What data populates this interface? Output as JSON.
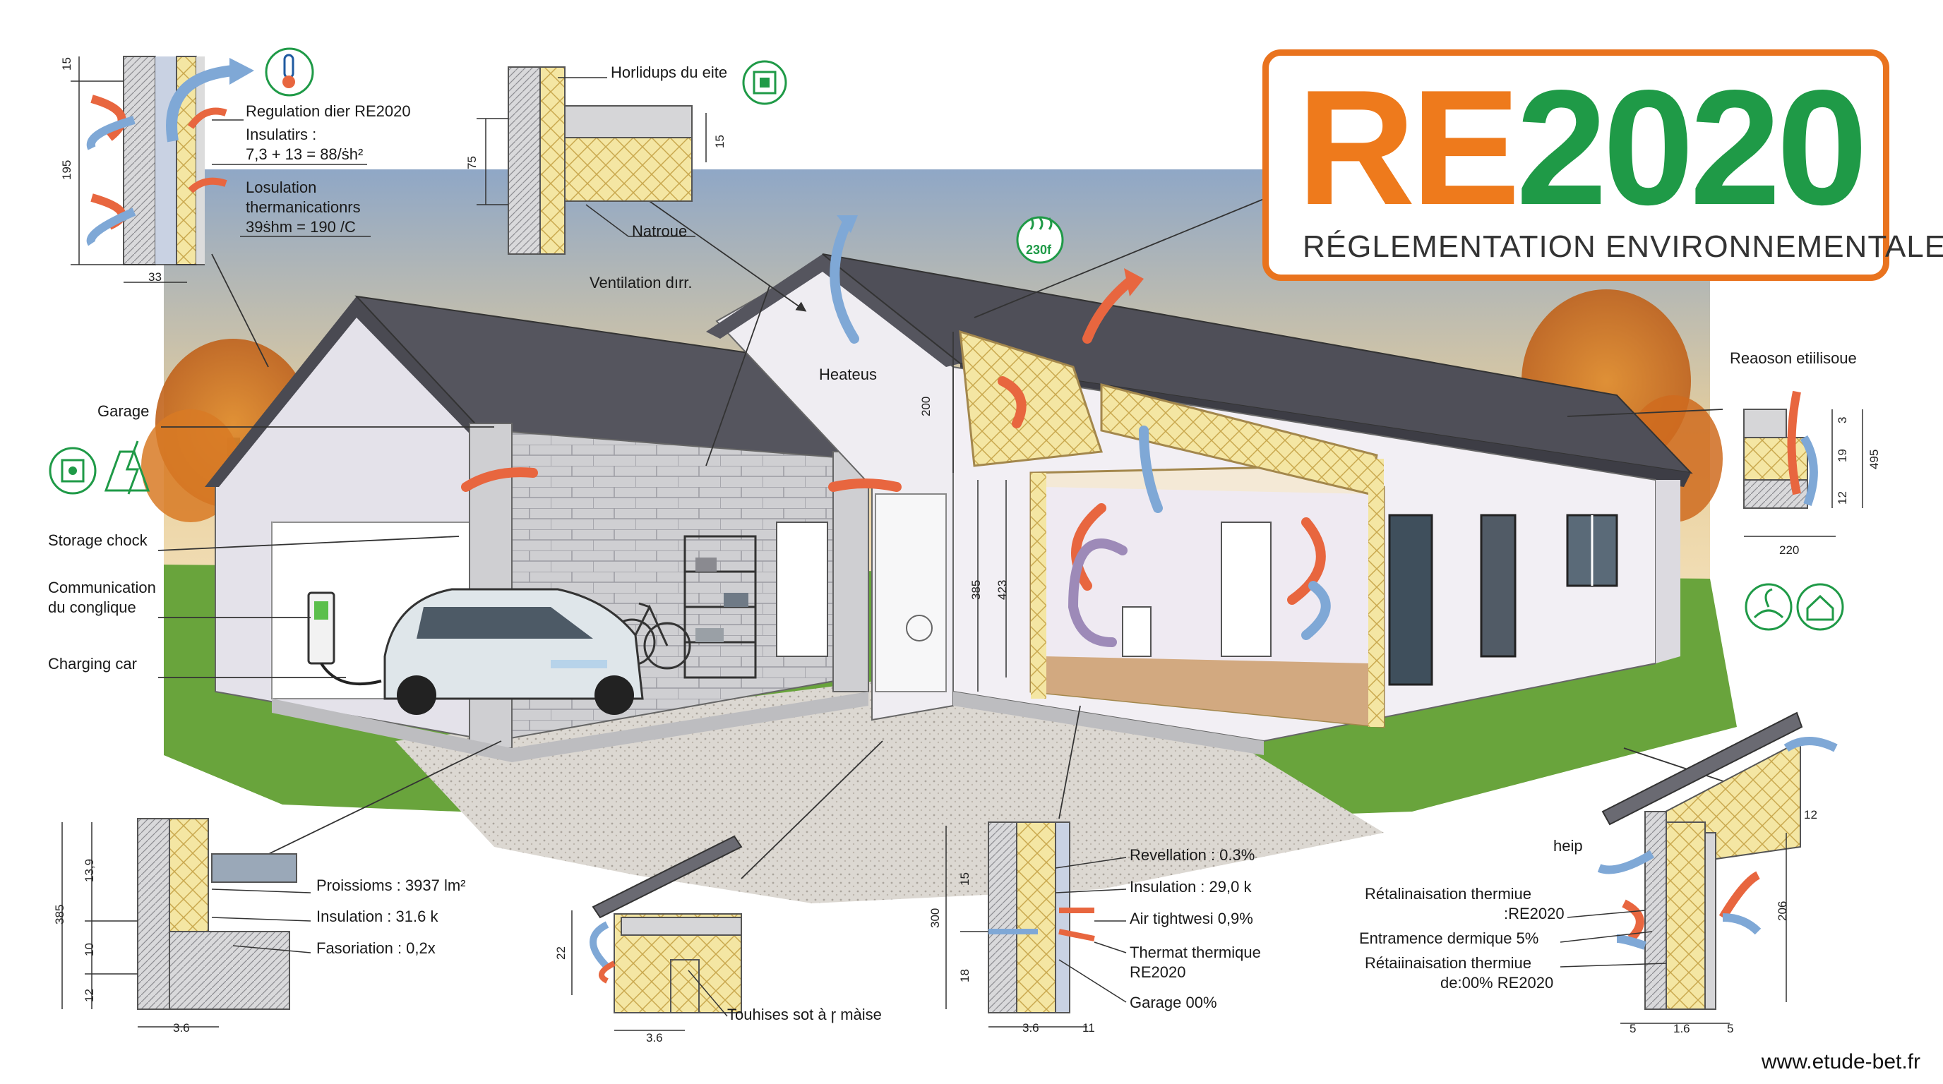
{
  "badge": {
    "re": "RE",
    "year": "2020",
    "subtitle": "RÉGLEMENTATION ENVIRONNEMENTALE",
    "border_color": "#e9731e",
    "re_color": "#ee7a1c",
    "year_color": "#1f9a47"
  },
  "website": "www.etude-bet.fr",
  "labels": {
    "regulation": "Regulation dier RE2020",
    "insulation_title": "Insulatirs :",
    "insulation_formula": "7,3 + 13 = 88/ṡh²",
    "losulation": "Losulation",
    "thermanication": "thermanicationrs",
    "thermanication_value": "39ṡhm = 190 /C",
    "horlidups": "Horlidups du eite",
    "natroue": "Natroue",
    "ventilation": "Ventilation ԁırr.",
    "heateus": "Heateus",
    "garage": "Garage",
    "storage": "Storage chock",
    "communication_1": "Communication",
    "communication_2": "du conglique",
    "charging": "Charging car",
    "reaoson": "Reaoson etiilisoue",
    "proissioms": "Proissioms : 3937 lm²",
    "insulation_floor": "Insulation : 31.6 k",
    "fasoriation": "Fasoriation : 0,2x",
    "touhises": "Touhises sot à ɼ màise",
    "revellation": "Revellation : 0.3%",
    "insulation_wall": "Insulation : 29,0 k",
    "air_tightness": "Air tightwesi 0,9%",
    "thermat_1": "Thermat thermique",
    "thermat_2": "RE2020",
    "garage_pct": "Garage 00%",
    "heip": "heip",
    "retal_1": "Rétalinaisation thermiue",
    "retal_2": ":RE2020",
    "entramence": "Entramence dermique 5%",
    "retai_1": "Rétaiinaisation thermiue",
    "retai_2": "de:00% RE2020"
  },
  "icons": {
    "thermometer": "thermometer-icon",
    "chip": "chip-icon",
    "heating": "heating-icon",
    "heating_text": "230f",
    "circuit": "circuit-board-icon",
    "solar": "solar-energy-icon",
    "leaf_hand": "eco-hand-icon",
    "house": "house-icon"
  },
  "dims": {
    "d_top_15": "15",
    "d_195": "195",
    "d_33": "33",
    "d_75": "75",
    "d_15b": "15",
    "d_200": "200",
    "d_385": "385",
    "d_423": "423",
    "d_3": "3",
    "d_19": "19",
    "d_12": "12",
    "d_495": "495",
    "d_220": "220",
    "d_385b": "385",
    "d_13_9": "13,9",
    "d_10": "10",
    "d_12b": "12",
    "d_3_6": "3.6",
    "d_22": "22",
    "d_3_6b": "3.6",
    "d_300": "300",
    "d_15c": "15",
    "d_18": "18",
    "d_3_6c": "3.6",
    "d_11": "11",
    "d_206": "206",
    "d_12_small": "12",
    "d_5": "5",
    "d_1_6": "1.6",
    "d_5b": "5"
  }
}
